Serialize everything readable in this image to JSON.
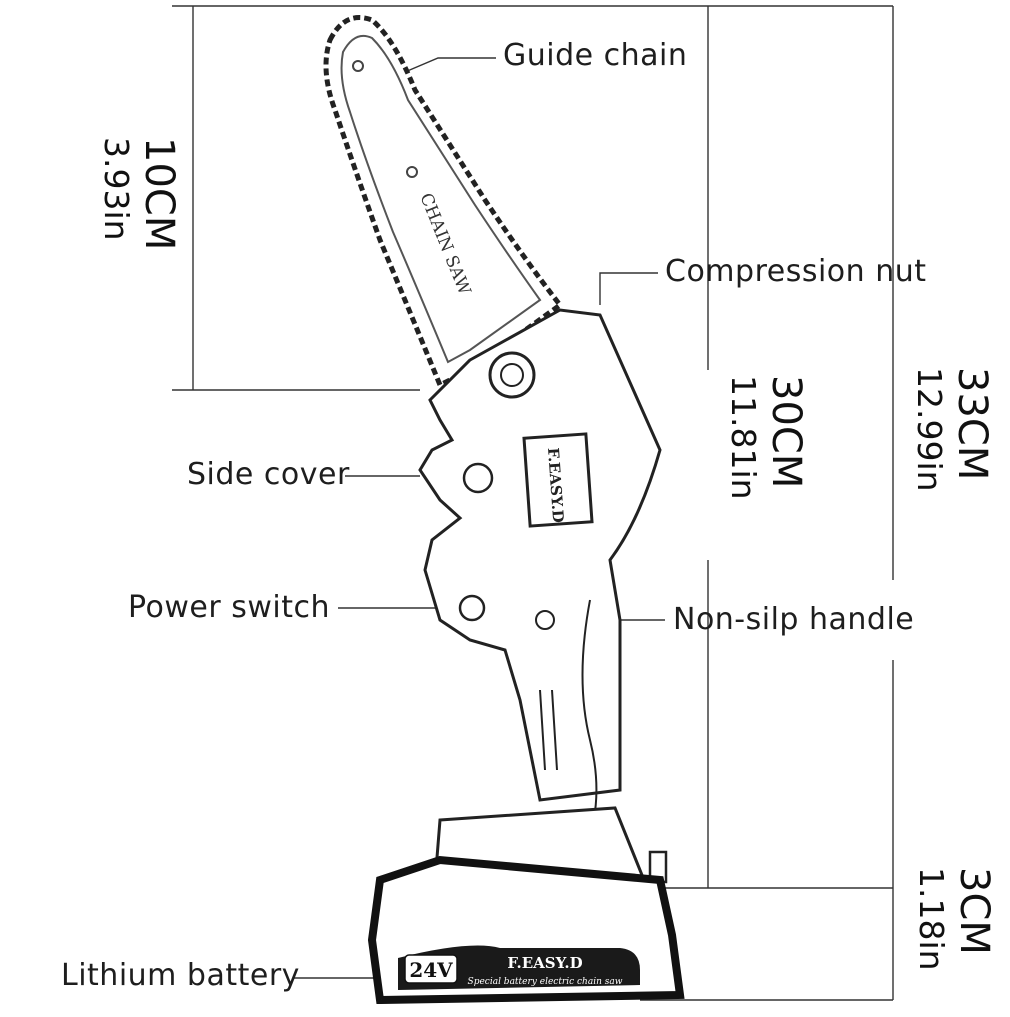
{
  "callouts": {
    "guide_chain": "Guide chain",
    "compression_nut": "Compression nut",
    "side_cover": "Side cover",
    "power_switch": "Power switch",
    "non_slip_handle": "Non-silp handle",
    "lithium_battery": "Lithium battery"
  },
  "dimensions": {
    "bar_cm": "10CM",
    "bar_in": "3.93in",
    "body_cm": "30CM",
    "body_in": "11.81in",
    "total_cm": "33CM",
    "total_in": "12.99in",
    "battery_cm": "3CM",
    "battery_in": "1.18in"
  },
  "product_markings": {
    "bar_text": "CHAIN SAW",
    "body_logo": "F.EASY.D",
    "battery_voltage": "24V",
    "battery_brand": "F.EASY.D",
    "battery_tagline": "Special battery electric chain saw"
  }
}
